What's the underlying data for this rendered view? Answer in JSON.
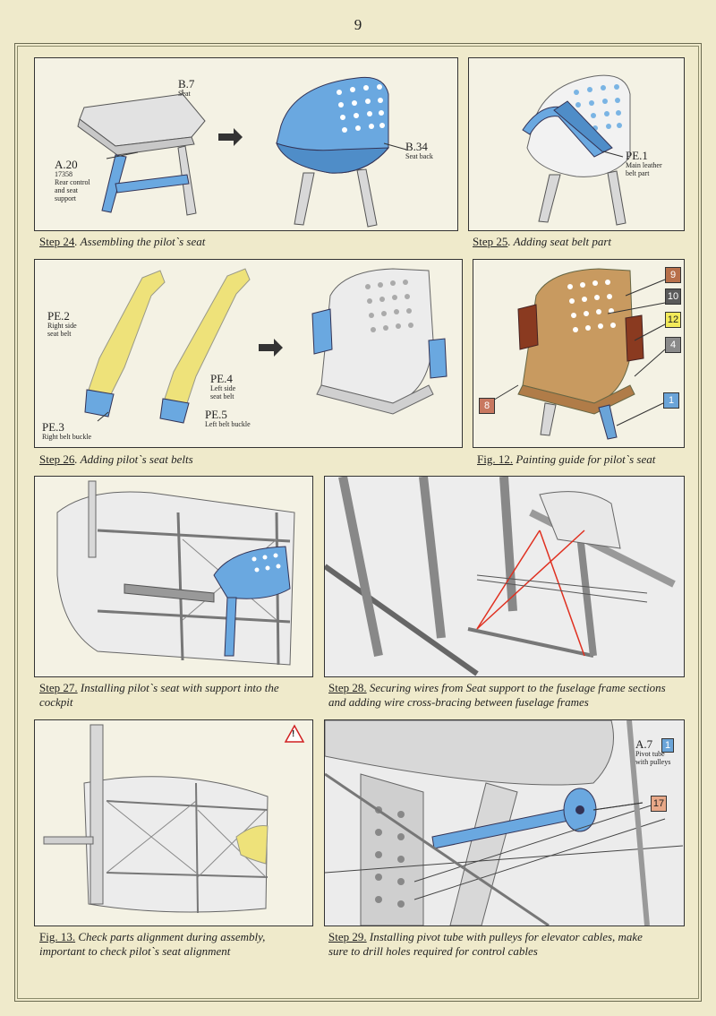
{
  "page_number": "9",
  "step24": {
    "step": "Step 24",
    "text": ". Assembling the pilot`s seat",
    "labels": {
      "b7": "B.7",
      "b7_desc": "Seat",
      "a20": "A.20",
      "a20_desc1": "17358",
      "a20_desc2": "Rear control",
      "a20_desc3": "and seat",
      "a20_desc4": "support",
      "b34": "B.34",
      "b34_desc": "Seat back"
    }
  },
  "step25": {
    "step": "Step 25",
    "text": ". Adding seat belt part",
    "labels": {
      "pe1": "PE.1",
      "pe1_desc1": "Main leather",
      "pe1_desc2": "belt part"
    }
  },
  "step26": {
    "step": "Step 26",
    "text": ". Adding pilot`s seat belts",
    "labels": {
      "pe2": "PE.2",
      "pe2_desc1": "Right side",
      "pe2_desc2": "seat belt",
      "pe3": "PE.3",
      "pe3_desc": "Right belt buckle",
      "pe4": "PE.4",
      "pe4_desc1": "Left side",
      "pe4_desc2": "seat belt",
      "pe5": "PE.5",
      "pe5_desc": "Left belt buckle"
    }
  },
  "fig12": {
    "step": "Fig. 12.",
    "text": " Painting guide for pilot`s seat",
    "badges": [
      {
        "num": "9",
        "color": "#b8704a"
      },
      {
        "num": "10",
        "color": "#5a5a5a"
      },
      {
        "num": "12",
        "color": "#f2ea5a"
      },
      {
        "num": "4",
        "color": "#8a8a8a"
      },
      {
        "num": "8",
        "color": "#c87860"
      },
      {
        "num": "1",
        "color": "#6aa4d8"
      }
    ]
  },
  "step27": {
    "step": "Step 27.",
    "text_line1": " Installing pilot`s seat with support into the",
    "text_line2": "cockpit"
  },
  "step28": {
    "step": "Step 28.",
    "text_line1": " Securing wires from Seat support to the fuselage frame sections",
    "text_line2": "and adding wire cross-bracing between fuselage frames"
  },
  "fig13": {
    "step": "Fig. 13.",
    "text_line1": " Check parts alignment during assembly,",
    "text_line2": "important to check pilot`s seat alignment",
    "warning": "!"
  },
  "step29": {
    "step": "Step 29.",
    "text_line1": " Installing pivot tube with pulleys for elevator cables, make",
    "text_line2": "sure to drill holes required for control cables",
    "labels": {
      "a7": "A.7",
      "a7_desc1": "Pivot tube",
      "a7_desc2": "with pulleys",
      "badge1": "1",
      "badge17": "17"
    }
  },
  "colors": {
    "blue_part": "#6aa8e0",
    "yellow_part": "#eee27a",
    "grey_part": "#d8d8d8",
    "red_wire": "#e03020",
    "wood": "#c89a60"
  }
}
